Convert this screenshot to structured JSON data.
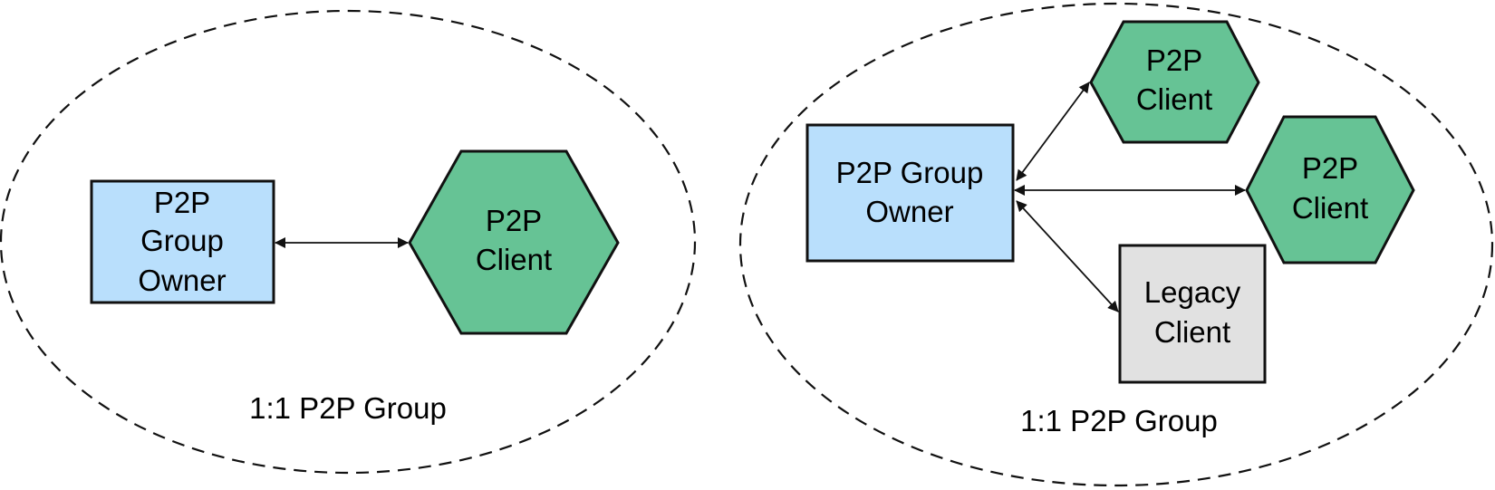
{
  "colors": {
    "owner_fill": "#b9dffc",
    "client_fill": "#66c395",
    "legacy_fill": "#e1e1e1",
    "stroke": "#111111"
  },
  "left_group": {
    "owner": {
      "line1": "P2P",
      "line2": "Group",
      "line3": "Owner"
    },
    "client": {
      "line1": "P2P",
      "line2": "Client"
    },
    "caption": "1:1 P2P Group"
  },
  "right_group": {
    "owner": {
      "line1": "P2P Group",
      "line2": "Owner"
    },
    "client_top": {
      "line1": "P2P",
      "line2": "Client"
    },
    "client_mid": {
      "line1": "P2P",
      "line2": "Client"
    },
    "legacy": {
      "line1": "Legacy",
      "line2": "Client"
    },
    "caption": "1:1 P2P Group"
  }
}
